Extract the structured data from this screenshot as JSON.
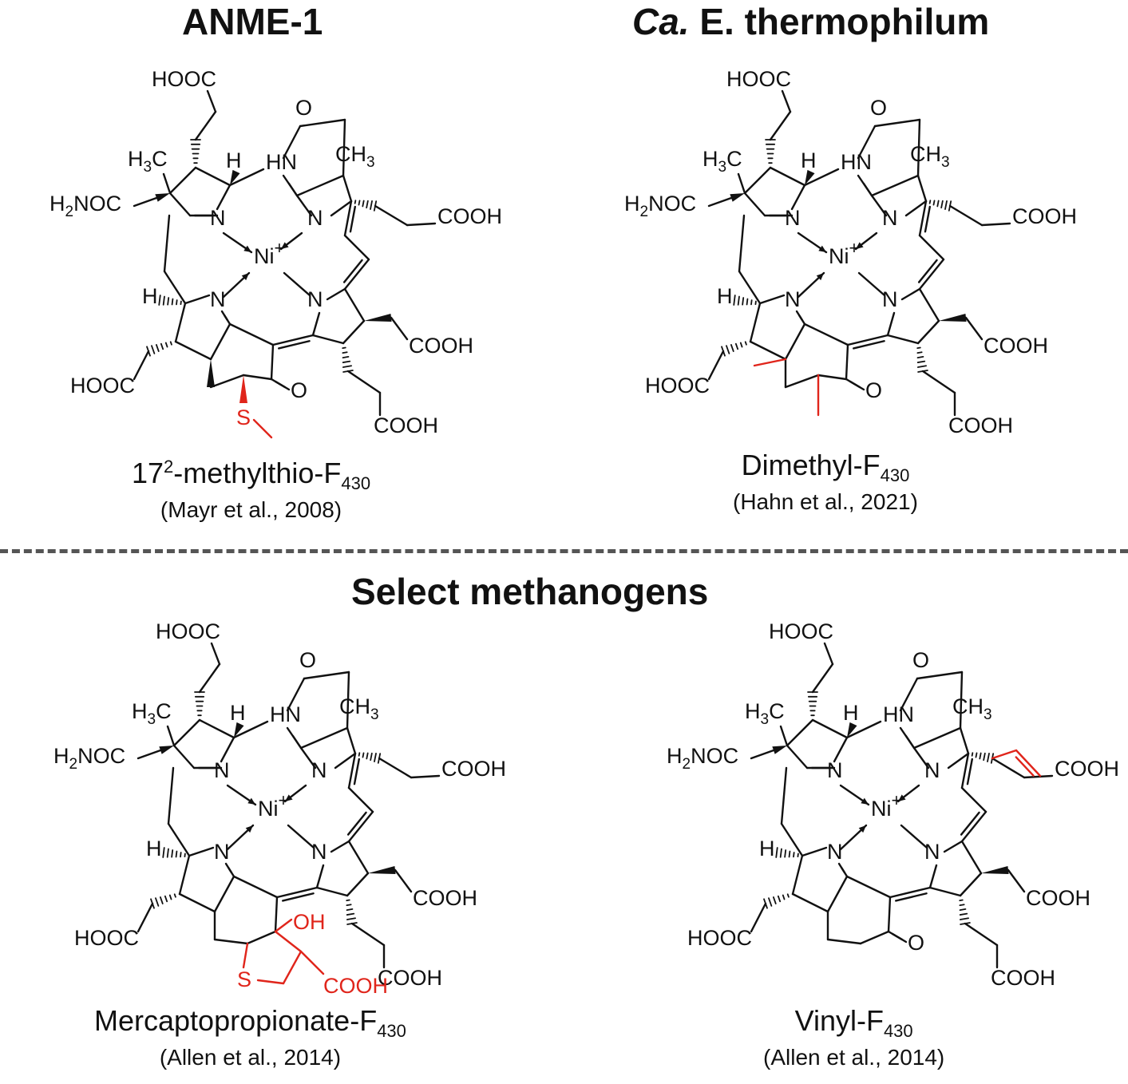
{
  "titles": {
    "anme1": "ANME-1",
    "thermophilum_prefix": "Ca.",
    "thermophilum_rest": " E. thermophilum",
    "methanogens": "Select methanogens"
  },
  "colors": {
    "highlight": "#e0251b",
    "ink": "#111111",
    "divider": "#555555"
  },
  "labels": {
    "hooc": "HOOC",
    "cooh": "COOH",
    "h2noc": "H2NOC",
    "h3c": "H3C",
    "ch3": "CH3",
    "hn": "HN",
    "n": "N",
    "ni": "Ni+",
    "h": "H",
    "o": "O",
    "s": "S",
    "oh": "OH"
  },
  "compounds": [
    {
      "name_base": "17",
      "name_sup": "2",
      "name_rest": "-methylthio-F",
      "name_sub": "430",
      "ref": "(Mayr et al., 2008)",
      "modification": "methylthio"
    },
    {
      "name_base": "Dimethyl-F",
      "name_sup": "",
      "name_rest": "",
      "name_sub": "430",
      "ref": "(Hahn et al., 2021)",
      "modification": "dimethyl"
    },
    {
      "name_base": "Mercaptopropionate-F",
      "name_sup": "",
      "name_rest": "",
      "name_sub": "430",
      "ref": "(Allen et al., 2014)",
      "modification": "mercaptopropionate"
    },
    {
      "name_base": "Vinyl-F",
      "name_sup": "",
      "name_rest": "",
      "name_sub": "430",
      "ref": "(Allen et al., 2014)",
      "modification": "vinyl"
    }
  ]
}
